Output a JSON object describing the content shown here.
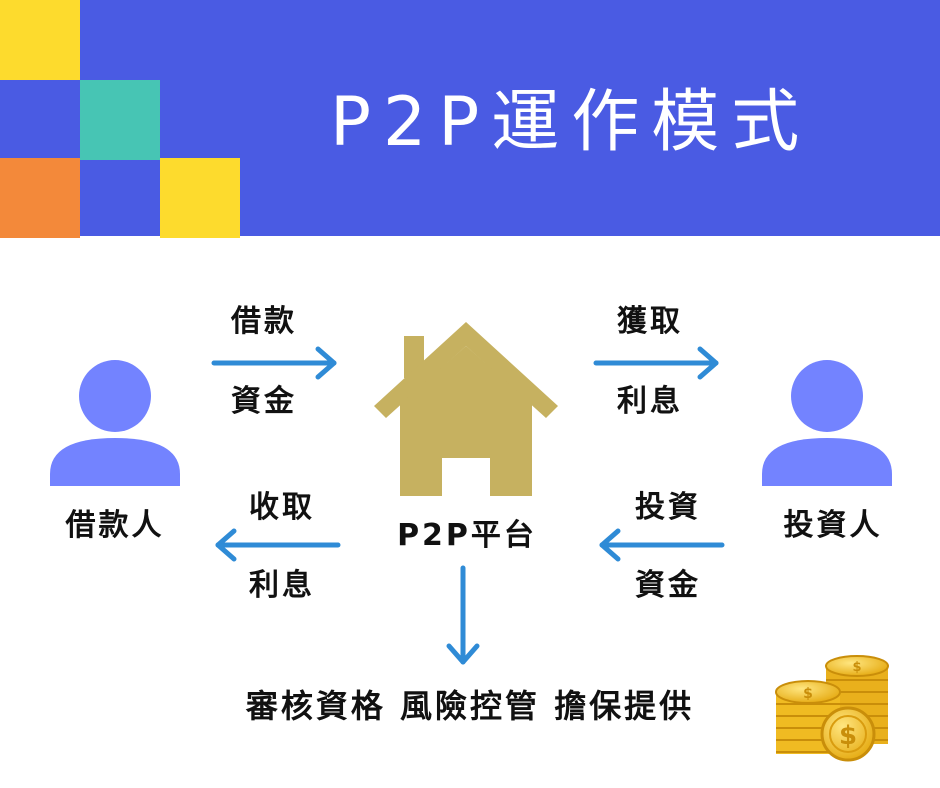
{
  "header": {
    "title": "P2P運作模式",
    "colors": {
      "background": "#4a5be3",
      "square_yellow": "#fddb2d",
      "square_teal": "#47c5b4",
      "square_orange": "#f3893a"
    }
  },
  "nodes": {
    "borrower": "借款人",
    "platform": "P2P平台",
    "investor": "投資人"
  },
  "edges": {
    "borrow_top": "借款",
    "borrow_bottom": "資金",
    "gain_top": "獲取",
    "gain_bottom": "利息",
    "collect_top": "收取",
    "collect_bottom": "利息",
    "invest_top": "投資",
    "invest_bottom": "資金"
  },
  "services": "審核資格 風險控管 擔保提供",
  "icons": {
    "person": "person-icon",
    "house": "house-icon",
    "coins": "coins-icon",
    "arrow": "arrow-icon"
  },
  "colors": {
    "person": "#7383ff",
    "house": "#c6b160",
    "arrow": "#2f8bd6",
    "coin": "#f5c62b"
  }
}
